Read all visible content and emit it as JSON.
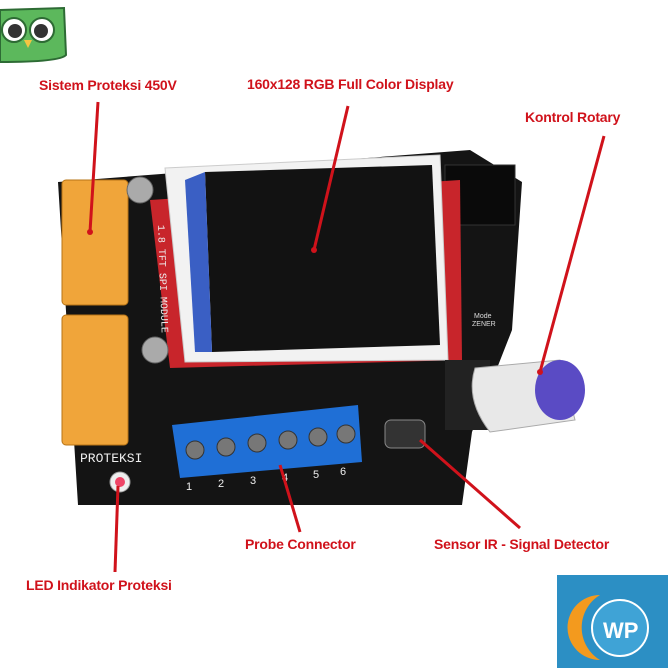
{
  "labels": {
    "protection_system": "Sistem Proteksi 450V",
    "display": "160x128 RGB Full Color Display",
    "rotary": "Kontrol Rotary",
    "probe": "Probe Connector",
    "ir_sensor": "Sensor IR - Signal Detector",
    "led": "LED Indikator Proteksi"
  },
  "board_silkscreen": {
    "proteksi": "PROTEKSI",
    "tft_module": "1.8 TFT SPI MODULE",
    "mode": "Mode",
    "zener": "ZENER",
    "terminal_numbers": [
      "1",
      "2",
      "3",
      "4",
      "5",
      "6"
    ]
  },
  "logos": {
    "top_left": "owl-mascot-logo",
    "bottom_right": "WP"
  },
  "colors": {
    "label_red": "#d0121b",
    "pcb": "#141414",
    "relay": "#f0a53a",
    "terminal": "#1f6fd6",
    "knob_cap": "#5a4bc4",
    "logo_bg": "#2c8fc4"
  }
}
